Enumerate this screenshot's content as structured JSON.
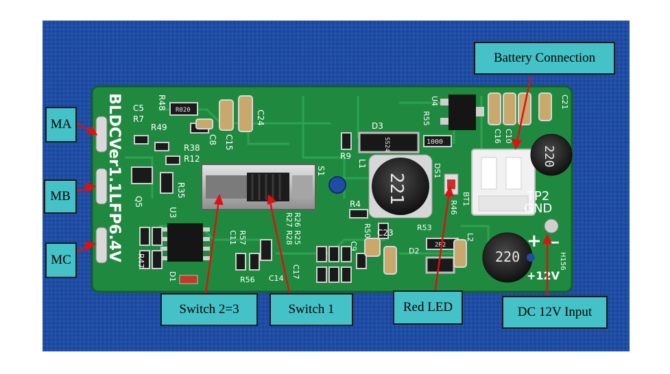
{
  "callouts": {
    "ma": "MA",
    "mb": "MB",
    "mc": "MC",
    "battery": "Battery Connection",
    "switch23": "Switch 2=3",
    "switch1": "Switch 1",
    "red_led": "Red LED",
    "dc_input": "DC 12V Input"
  },
  "board": {
    "title": "BLDCVer1.1LFP6.4V",
    "inductor_left": "221",
    "inductor_right_top": "220",
    "inductor_right_bottom": "220",
    "tp2": "TP2",
    "gnd": "GND",
    "plus12v": "+12V",
    "plus": "+",
    "minus": "—",
    "labels": {
      "c5": "C5",
      "r48": "R48",
      "r7": "R7",
      "r49": "R49",
      "c24": "C24",
      "c8": "C8",
      "c15": "C15",
      "r38": "R38",
      "r12": "R12",
      "r35": "R35",
      "u3": "U3",
      "q5": "Q5",
      "r57": "R57",
      "c11": "C11",
      "r47": "R47",
      "d1": "D1",
      "r56": "R56",
      "c14": "C14",
      "c17": "C17",
      "r26": "R26",
      "r25": "R25",
      "r27": "R27",
      "r28": "R28",
      "s1": "S1",
      "r9": "R9",
      "l1": "L1",
      "d3": "D3",
      "r55": "R55",
      "u4": "U4",
      "ds1": "DS1",
      "bt1": "BT1",
      "r4": "R4",
      "r50": "R50",
      "c9": "C9",
      "c23": "C23",
      "r53": "R53",
      "d2": "D2",
      "l2": "L2",
      "c21": "C21",
      "c10": "C10",
      "c16": "C16",
      "h156": "H156",
      "r46": "R46"
    },
    "chip_marks": {
      "r020": "R020",
      "m1000": "1000",
      "ss24": "SS24",
      "m2r2": "2R2"
    }
  },
  "colors": {
    "felt": "#1f4da3",
    "pcb": "#1f8a3f",
    "callout": "#45c1c8",
    "arrow": "#e01010"
  }
}
